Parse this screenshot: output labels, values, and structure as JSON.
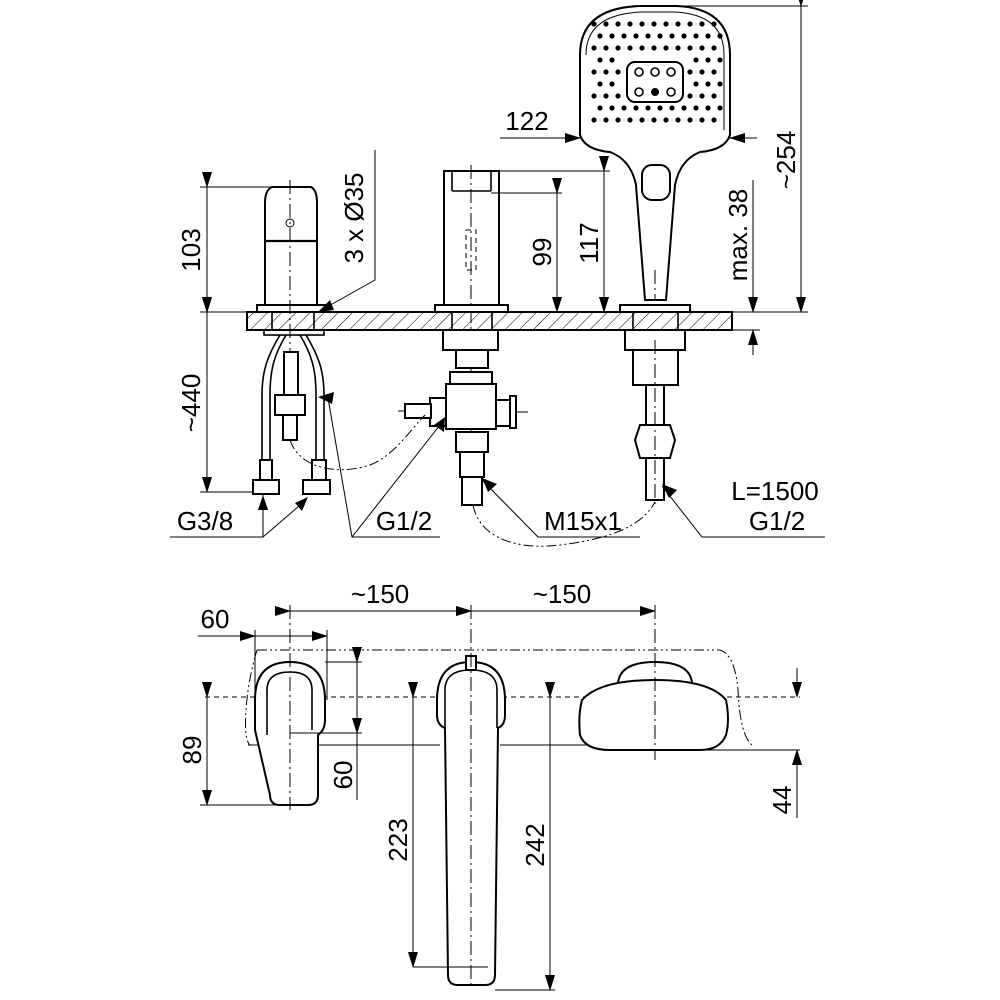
{
  "top_view": {
    "dimensions": {
      "lever_height": "103",
      "hole_spec": "3 x Ø35",
      "spout_inner_height": "99",
      "spout_height": "117",
      "handshower_width": "122",
      "handshower_length": "~254",
      "deck_thickness": "max. 38",
      "below_deck_length": "~440"
    },
    "connections": {
      "supply_inlet": "G3/8",
      "valve_outlet": "G1/2",
      "spout_thread": "M15x1",
      "hose_length": "L=1500",
      "hose_thread": "G1/2"
    }
  },
  "side_view": {
    "dimensions": {
      "lever_spacing": "~150",
      "shower_spacing": "~150",
      "lever_width": "60",
      "lever_depth": "60",
      "lever_reach": "89",
      "spout_reach_inner": "223",
      "spout_reach": "242",
      "shower_depth": "44"
    }
  },
  "colors": {
    "line": "#000000",
    "background": "#ffffff"
  }
}
